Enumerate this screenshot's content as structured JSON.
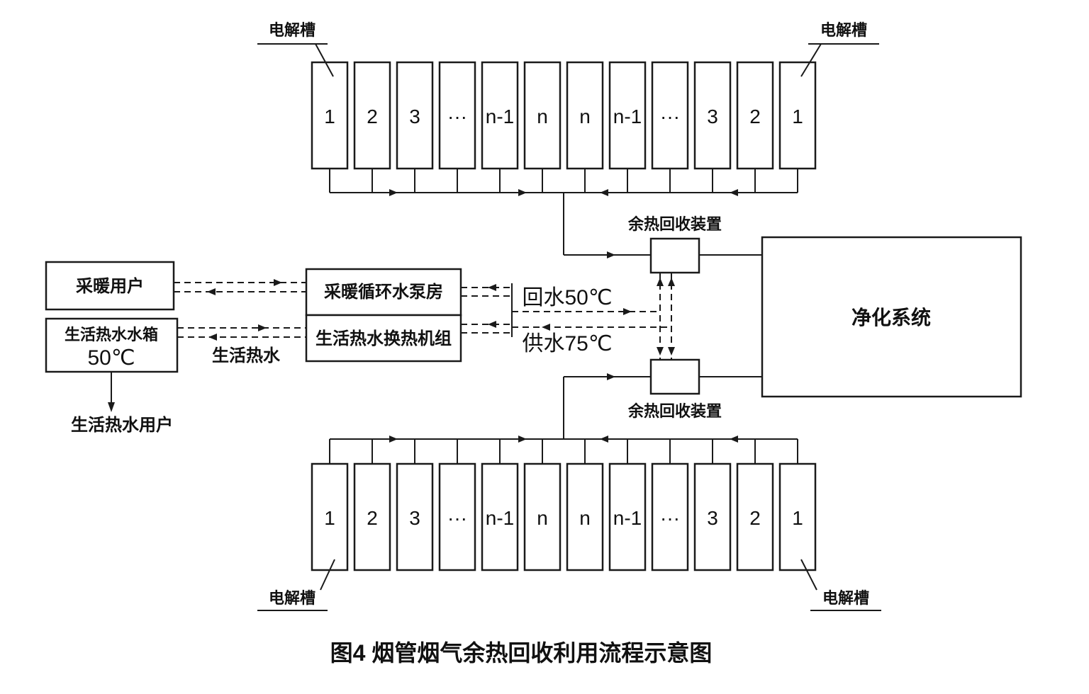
{
  "caption": "图4 烟管烟气余热回收利用流程示意图",
  "cells": {
    "labels": [
      "1",
      "2",
      "3",
      "···",
      "n-1",
      "n",
      "n",
      "n-1",
      "···",
      "3",
      "2",
      "1"
    ]
  },
  "labels": {
    "electrolyzer": "电解槽",
    "heat_recovery_device": "余热回收装置",
    "purification_system": "净化系统",
    "heating_users": "采暖用户",
    "hot_water_tank": "生活热水水箱",
    "tank_temp": "50℃",
    "hot_water_users": "生活热水用户",
    "domestic_hot_water": "生活热水",
    "heating_pump_room": "采暖循环水泵房",
    "hot_water_hx_unit": "生活热水换热机组",
    "return_water": "回水50℃",
    "supply_water": "供水75℃"
  }
}
